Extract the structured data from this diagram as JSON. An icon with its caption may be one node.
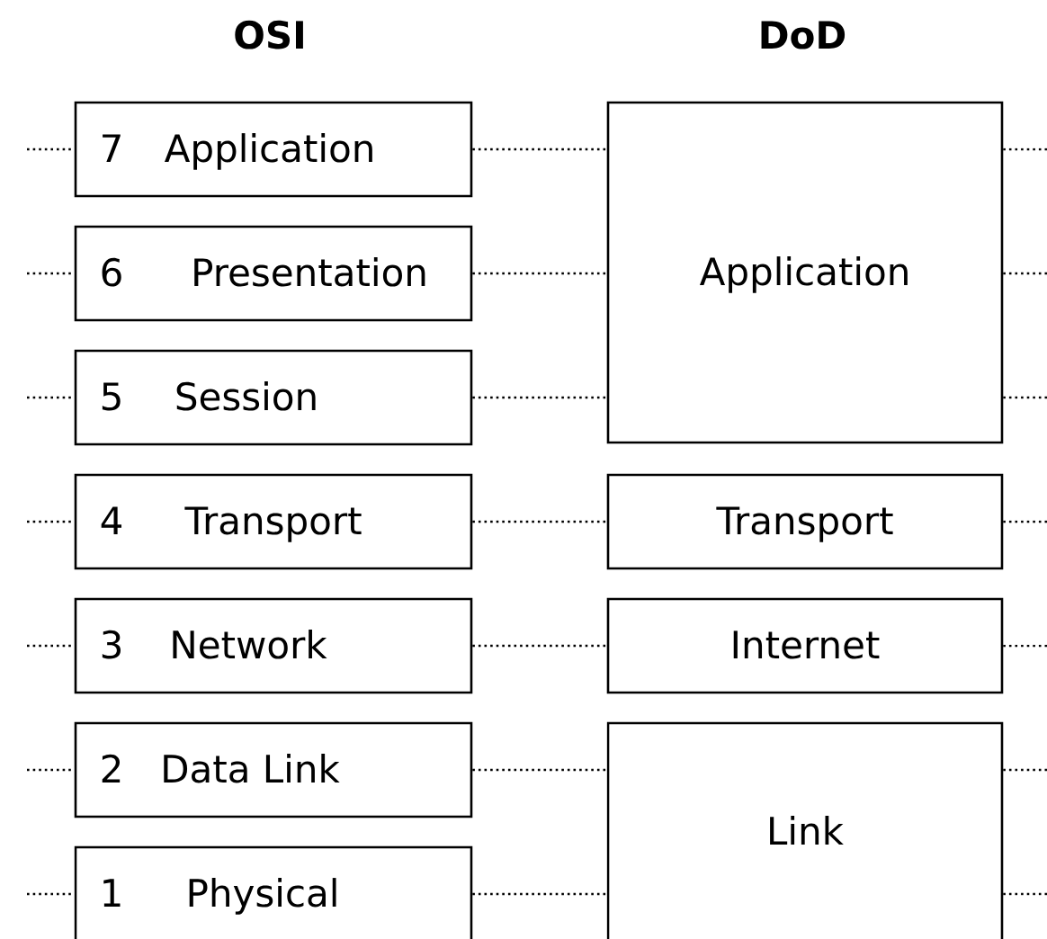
{
  "diagram": {
    "nodes": [
      {
        "text": [
          "7",
          "Application"
        ]
      },
      {
        "text": [
          "6",
          "Presentation"
        ]
      },
      {
        "text": [
          "5",
          "Session"
        ]
      },
      {
        "text": [
          "4",
          "Transport"
        ]
      },
      {
        "text": [
          "3",
          "Network"
        ]
      },
      {
        "text": [
          "2",
          "Data Link"
        ]
      },
      {
        "text": [
          "1",
          "Physical"
        ]
      },
      {
        "text": [
          "Application"
        ]
      },
      {
        "text": [
          "Transport"
        ]
      },
      {
        "text": [
          "Internet"
        ]
      },
      {
        "text": [
          "Link"
        ]
      }
    ],
    "edges": [
      {
        "from": null,
        "to": 0,
        "arrow": "none"
      },
      {
        "from": null,
        "to": 1,
        "arrow": "none"
      },
      {
        "from": null,
        "to": 2,
        "arrow": "none"
      },
      {
        "from": null,
        "to": 3,
        "arrow": "none"
      },
      {
        "from": null,
        "to": 4,
        "arrow": "none"
      },
      {
        "from": null,
        "to": 5,
        "arrow": "none"
      },
      {
        "from": null,
        "to": 6,
        "arrow": "none"
      },
      {
        "from": 0,
        "to": 7,
        "arrow": "none"
      },
      {
        "from": 1,
        "to": 7,
        "arrow": "none"
      },
      {
        "from": 2,
        "to": 7,
        "arrow": "none"
      },
      {
        "from": 3,
        "to": 8,
        "arrow": "none"
      },
      {
        "from": 4,
        "to": 9,
        "arrow": "none"
      },
      {
        "from": 5,
        "to": 10,
        "arrow": "none"
      },
      {
        "from": 6,
        "to": 10,
        "arrow": "none"
      },
      {
        "from": 7,
        "to": null,
        "arrow": "none"
      },
      {
        "from": 7,
        "to": null,
        "arrow": "none"
      },
      {
        "from": 7,
        "to": null,
        "arrow": "none"
      },
      {
        "from": 8,
        "to": null,
        "arrow": "none"
      },
      {
        "from": 9,
        "to": null,
        "arrow": "none"
      },
      {
        "from": 10,
        "to": null,
        "arrow": "none"
      },
      {
        "from": 10,
        "to": null,
        "arrow": "none"
      }
    ],
    "labels": [
      "OSI",
      "DoD"
    ]
  }
}
